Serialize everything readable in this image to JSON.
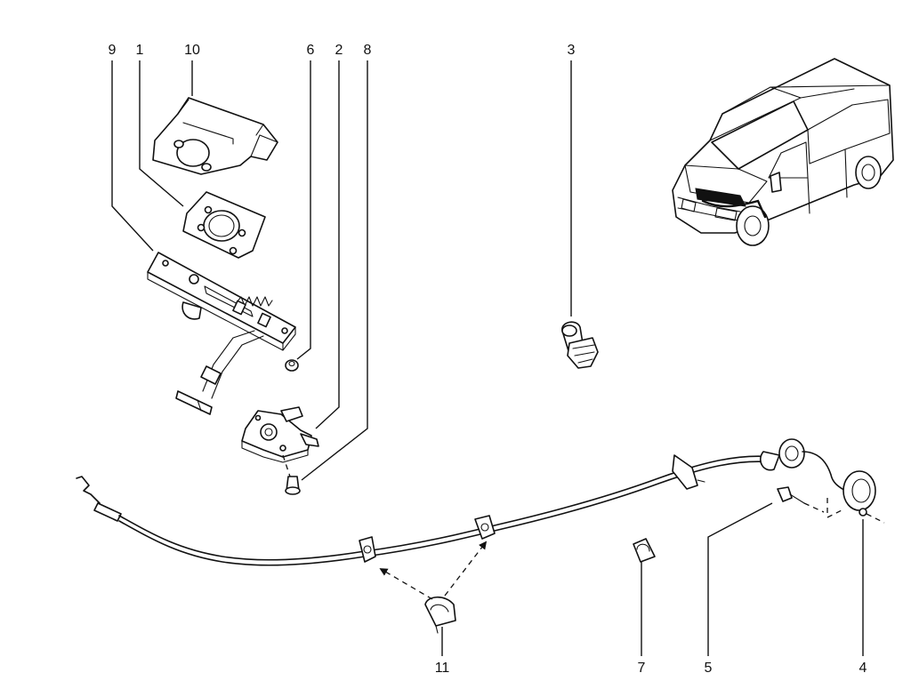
{
  "callouts": {
    "c9": "9",
    "c1": "1",
    "c10": "10",
    "c6": "6",
    "c2": "2",
    "c8": "8",
    "c3": "3",
    "c11": "11",
    "c7": "7",
    "c5": "5",
    "c4": "4"
  },
  "colors": {
    "line": "#111111",
    "background": "#ffffff"
  }
}
